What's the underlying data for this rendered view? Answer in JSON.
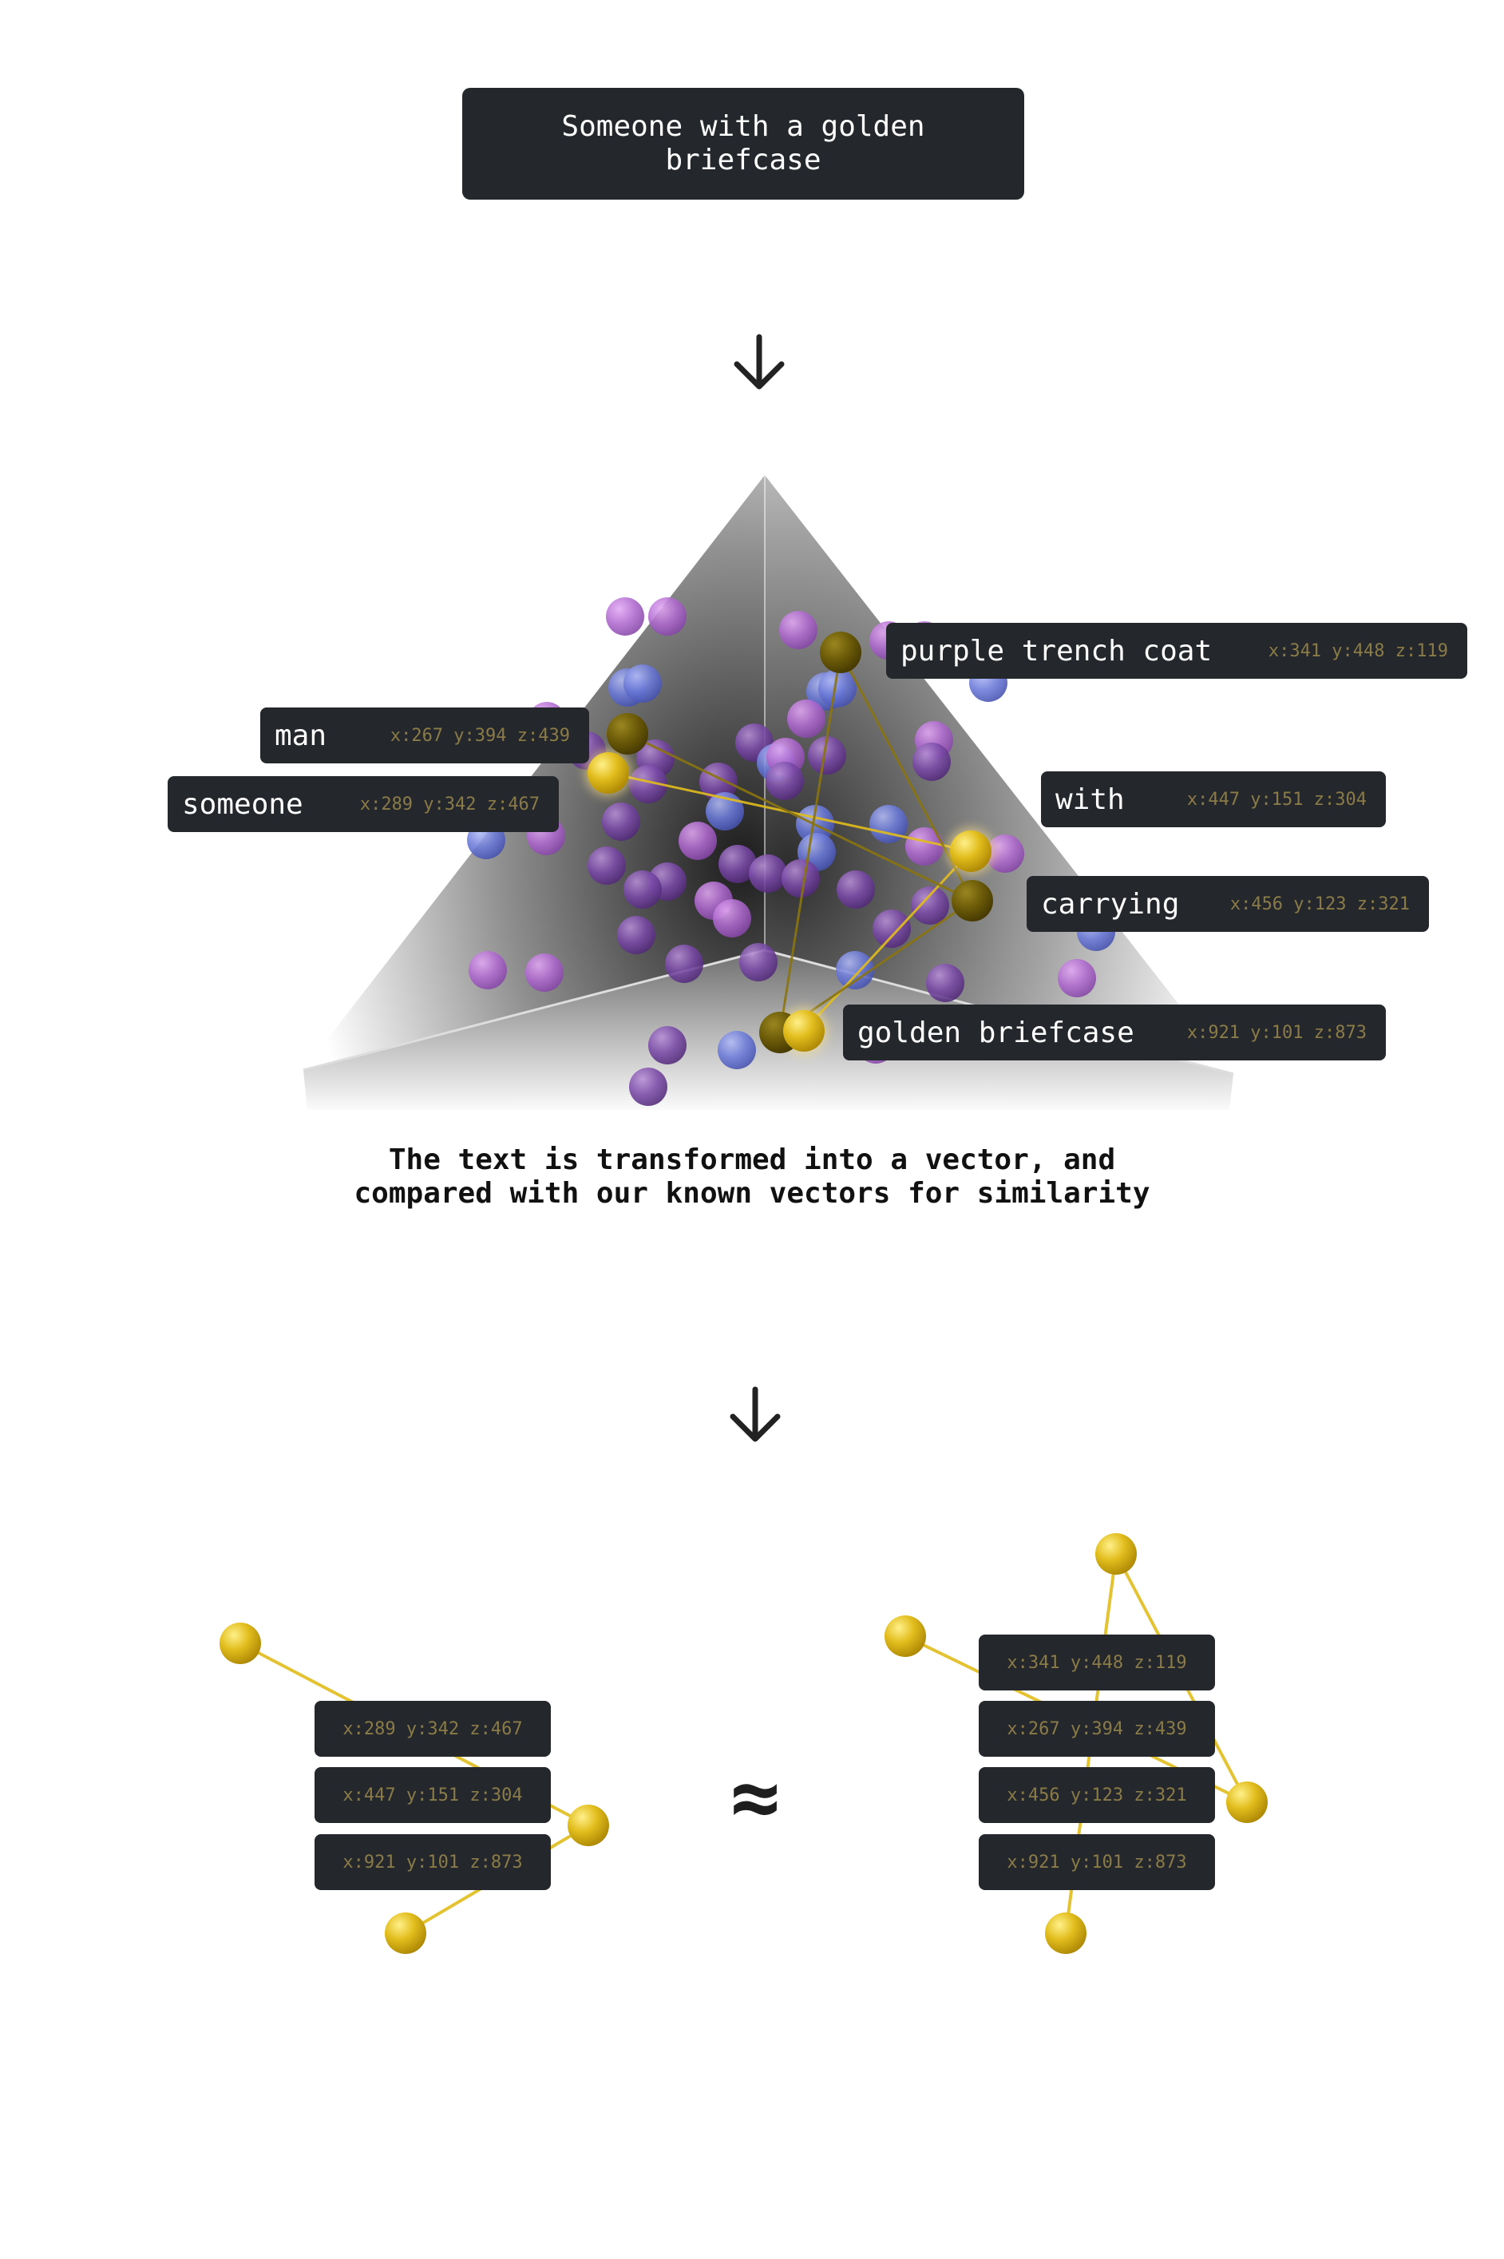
{
  "query": {
    "text": "Someone with a golden briefcase"
  },
  "icons": {
    "flow_arrow": "arrow-down-icon"
  },
  "colors": {
    "node_gold": "#e2bd1d",
    "node_gold_dark": "#6b5a08",
    "purple": "#a45fc8",
    "blue": "#5f6fd0",
    "violet": "#7a4aa8",
    "tag_bg": "#24272b",
    "coord_text": "#8a7b48"
  },
  "tokens": [
    {
      "word": "purple trench coat",
      "coord": "x:341 y:448 z:119"
    },
    {
      "word": "man",
      "coord": "x:267 y:394 z:439"
    },
    {
      "word": "someone",
      "coord": "x:289 y:342 z:467"
    },
    {
      "word": "with",
      "coord": "x:447 y:151 z:304"
    },
    {
      "word": "carrying",
      "coord": "x:456 y:123 z:321"
    },
    {
      "word": "golden briefcase",
      "coord": "x:921 y:101 z:873"
    }
  ],
  "caption": "The text is transformed into a vector, and compared with our known vectors for similarity",
  "query_vectors": [
    "x:289 y:342 z:467",
    "x:447 y:151 z:304",
    "x:921 y:101 z:873"
  ],
  "approx_symbol": "≈",
  "known_vectors": [
    "x:341 y:448 z:119",
    "x:267 y:394 z:439",
    "x:456 y:123 z:321",
    "x:921 y:101 z:873"
  ]
}
